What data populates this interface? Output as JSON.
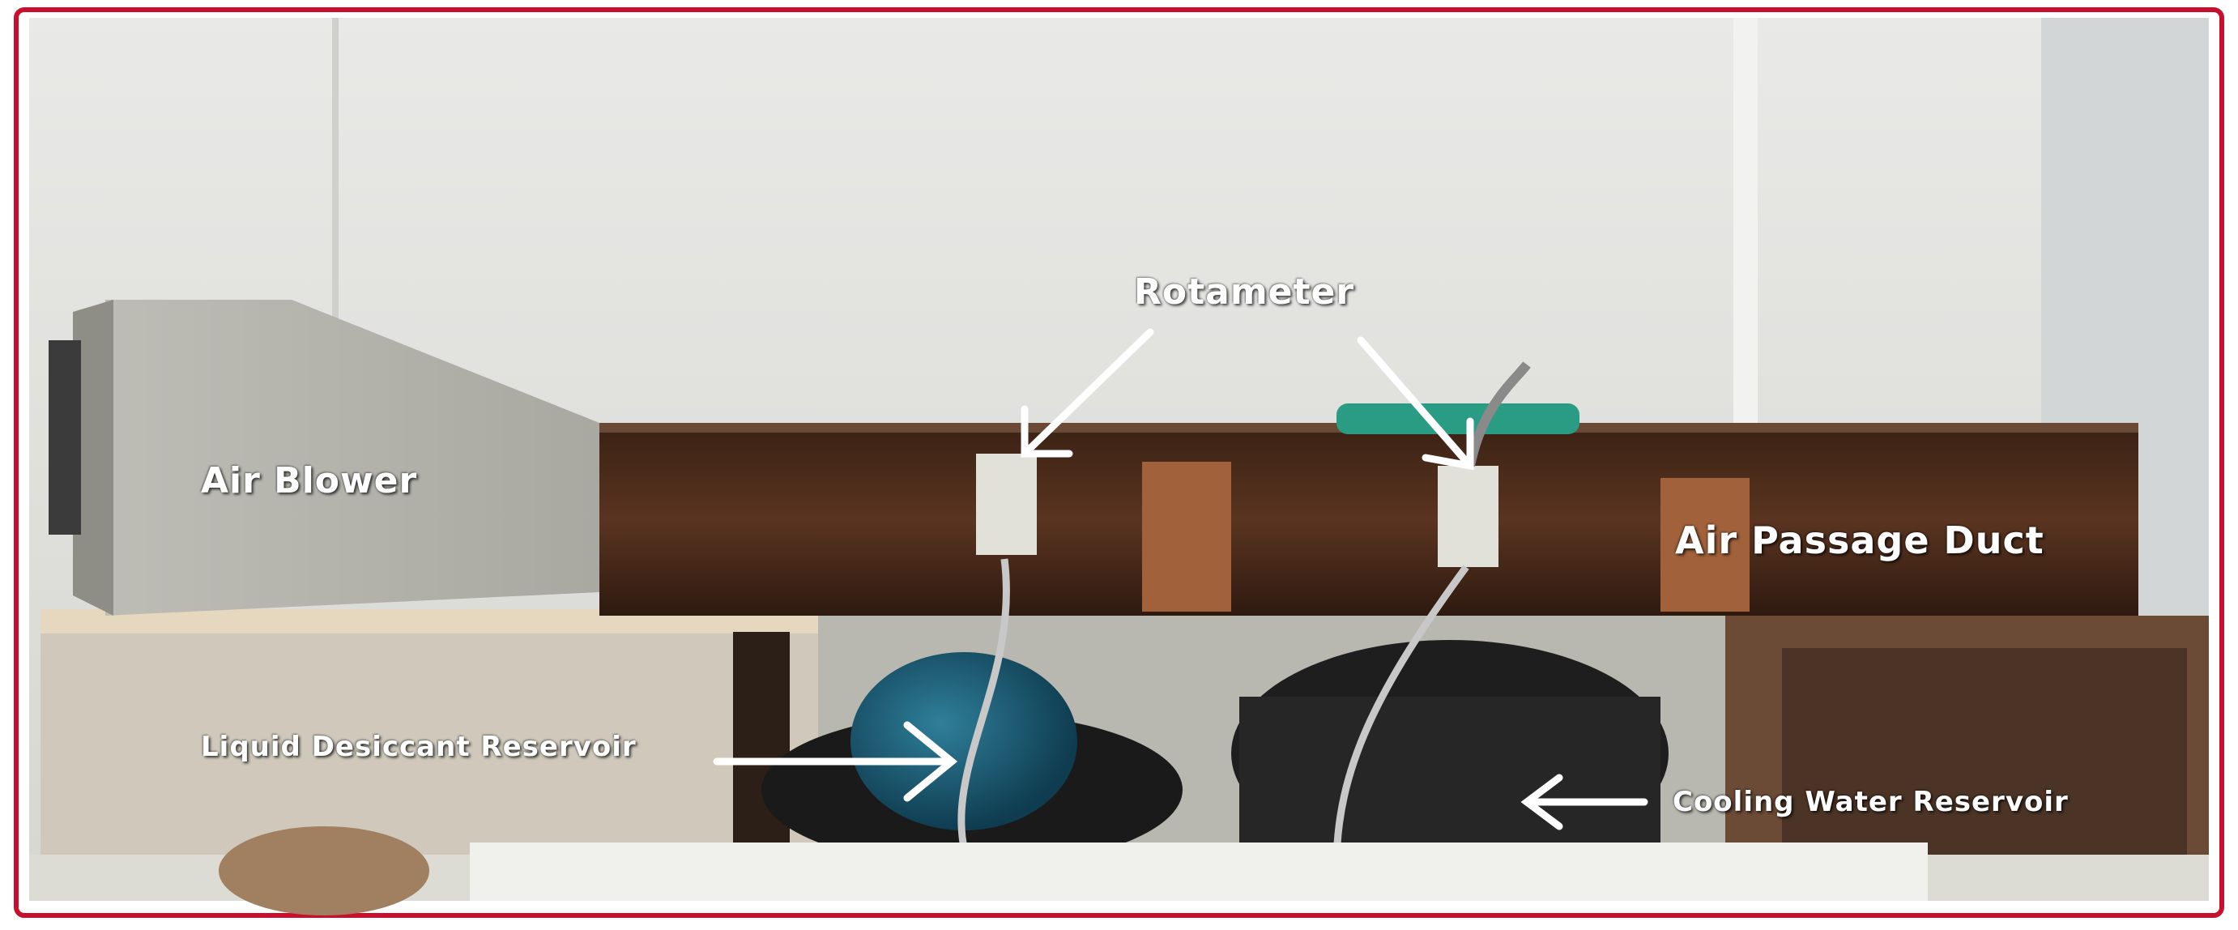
{
  "labels": {
    "rotameter": "Rotameter",
    "air_blower": "Air Blower",
    "air_passage_duct": "Air Passage Duct",
    "liquid_desiccant_reservoir": "Liquid Desiccant Reservoir",
    "cooling_water_reservoir": "Cooling Water Reservoir"
  },
  "colors": {
    "border_red": "#c8102e",
    "duct_wood": "#4a2a1a",
    "wall": "#e6e6e3",
    "desiccant_blue": "#1f5a72",
    "arrow_white": "#ffffff"
  }
}
